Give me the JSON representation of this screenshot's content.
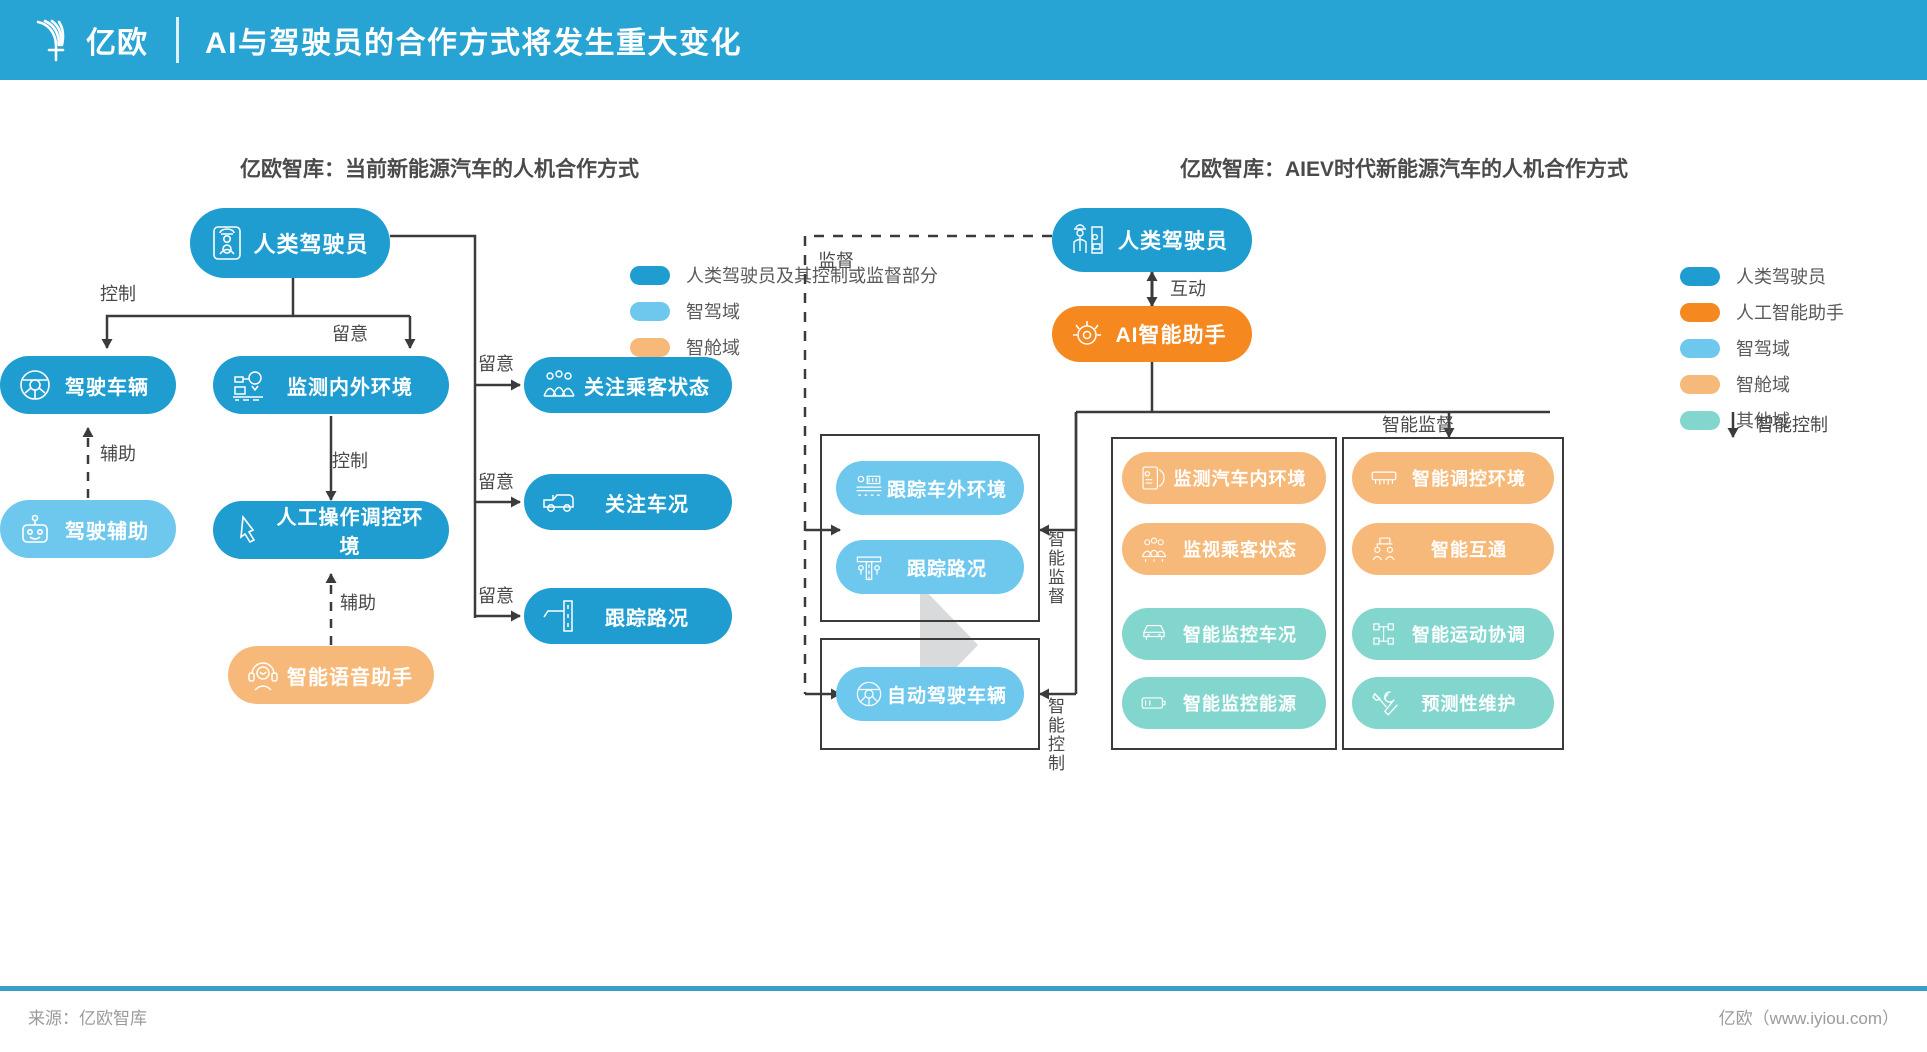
{
  "header": {
    "logo_text": "亿欧",
    "title": "AI与驾驶员的合作方式将发生重大变化"
  },
  "left_panel": {
    "title": "亿欧智库：当前新能源汽车的人机合作方式",
    "legend": [
      {
        "label": "人类驾驶员及其控制或监督部分",
        "color": "#1f9dd1"
      },
      {
        "label": "智驾域",
        "color": "#6ec8ed"
      },
      {
        "label": "智舱域",
        "color": "#f7b979"
      }
    ],
    "nodes": {
      "driver": {
        "label": "人类驾驶员",
        "icon": "driver-icon",
        "color": "#1f9dd1"
      },
      "drive_vehicle": {
        "label": "驾驶车辆",
        "icon": "steering-wheel-icon",
        "color": "#1f9dd1"
      },
      "monitor_env": {
        "label": "监测内外环境",
        "icon": "sensor-icon",
        "color": "#1f9dd1"
      },
      "drive_assist": {
        "label": "驾驶辅助",
        "icon": "robot-icon",
        "color": "#6ec8ed"
      },
      "manual_ctrl": {
        "label": "人工操作调控环境",
        "icon": "hand-tap-icon",
        "color": "#1f9dd1"
      },
      "voice_assist": {
        "label": "智能语音助手",
        "icon": "headset-icon",
        "color": "#f7b979"
      },
      "passenger": {
        "label": "关注乘客状态",
        "icon": "people-icon",
        "color": "#1f9dd1"
      },
      "car_status": {
        "label": "关注车况",
        "icon": "car-icon",
        "color": "#1f9dd1"
      },
      "road_track": {
        "label": "跟踪路况",
        "icon": "road-fork-icon",
        "color": "#1f9dd1"
      }
    },
    "edges": {
      "control1": "控制",
      "notice1": "留意",
      "assist1": "辅助",
      "control2": "控制",
      "assist2": "辅助",
      "notice_a": "留意",
      "notice_b": "留意",
      "notice_c": "留意"
    }
  },
  "right_panel": {
    "title": "亿欧智库：AIEV时代新能源汽车的人机合作方式",
    "legend": [
      {
        "label": "人类驾驶员",
        "color": "#1f9dd1"
      },
      {
        "label": "人工智能助手",
        "color": "#f5881f"
      },
      {
        "label": "智驾域",
        "color": "#6ec8ed"
      },
      {
        "label": "智舱域",
        "color": "#f7b979"
      },
      {
        "label": "其他域",
        "color": "#82d6ce"
      }
    ],
    "nodes": {
      "driver": {
        "label": "人类驾驶员",
        "icon": "officer-icon",
        "color": "#1f9dd1"
      },
      "ai_assist": {
        "label": "AI智能助手",
        "icon": "ai-eye-icon",
        "color": "#f5881f"
      }
    },
    "edges": {
      "supervise": "监督",
      "interact": "互动",
      "smart_super": "智能监督",
      "smart_ctrl": "智能控制",
      "smart_super_v": "智能监督",
      "smart_ctrl_v": "智能控制"
    },
    "box_env": {
      "items": [
        {
          "label": "跟踪车外环境",
          "icon": "weather-road-icon",
          "color": "#6ec8ed"
        },
        {
          "label": "跟踪路况",
          "icon": "road-t-icon",
          "color": "#6ec8ed"
        }
      ]
    },
    "box_vehicle": {
      "items": [
        {
          "label": "自动驾驶车辆",
          "icon": "auto-wheel-icon",
          "color": "#6ec8ed"
        }
      ]
    },
    "box_monitor": {
      "items": [
        {
          "label": "监测汽车内环境",
          "icon": "cabin-sensor-icon",
          "color": "#f7b979"
        },
        {
          "label": "监视乘客状态",
          "icon": "passengers-icon",
          "color": "#f7b979"
        },
        {
          "label": "智能监控车况",
          "icon": "car-front-icon",
          "color": "#82d6ce"
        },
        {
          "label": "智能监控能源",
          "icon": "battery-icon",
          "color": "#82d6ce"
        }
      ]
    },
    "box_control": {
      "items": [
        {
          "label": "智能调控环境",
          "icon": "ac-vent-icon",
          "color": "#f7b979"
        },
        {
          "label": "智能互通",
          "icon": "people-link-icon",
          "color": "#f7b979"
        },
        {
          "label": "智能运动协调",
          "icon": "chassis-icon",
          "color": "#82d6ce"
        },
        {
          "label": "预测性维护",
          "icon": "tools-icon",
          "color": "#82d6ce"
        }
      ]
    }
  },
  "footer": {
    "source": "来源：亿欧智库",
    "site": "亿欧（www.iyiou.com）"
  }
}
